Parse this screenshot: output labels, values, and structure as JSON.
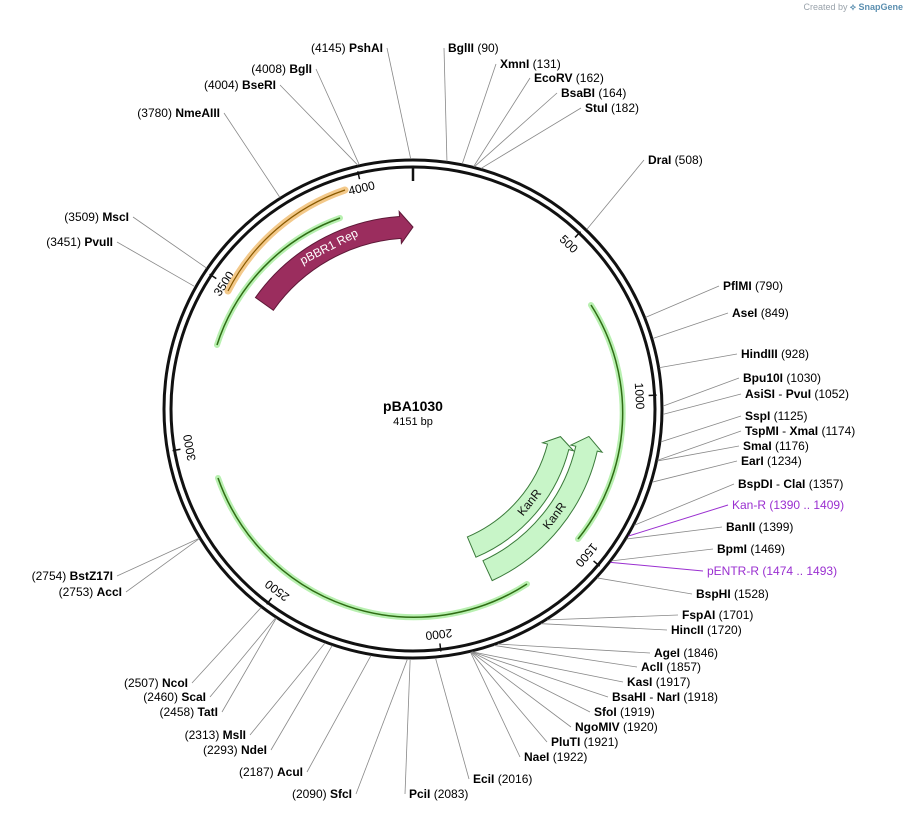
{
  "brand": {
    "created_by": "Created by",
    "name": "SnapGene"
  },
  "plasmid": {
    "name": "pBA1030",
    "length": 4151,
    "size_label": "4151 bp"
  },
  "ticks": [
    "500",
    "1000",
    "1500",
    "2000",
    "2500",
    "3000",
    "3500",
    "4000"
  ],
  "features": [
    {
      "name": "pBBR1 Rep",
      "start": 3520,
      "end": 4151,
      "direction": "forward",
      "color": "#9b2d5e",
      "kind": "cds"
    },
    {
      "name": "KanR",
      "start": 1160,
      "end": 1810,
      "direction": "reverse",
      "color": "#c8f5c8",
      "kind": "cds"
    },
    {
      "name": "KanR",
      "start": 1140,
      "end": 1790,
      "direction": "reverse",
      "color": "#c8f5c8",
      "kind": "cds"
    }
  ],
  "enzymes": [
    {
      "name": "PshAI",
      "pos": "4145"
    },
    {
      "name": "BglII",
      "pos": "90"
    },
    {
      "name": "XmnI",
      "pos": "131"
    },
    {
      "name": "EcoRV",
      "pos": "162"
    },
    {
      "name": "BsaBI",
      "pos": "164"
    },
    {
      "name": "StuI",
      "pos": "182"
    },
    {
      "name": "DraI",
      "pos": "508"
    },
    {
      "name": "PflMI",
      "pos": "790"
    },
    {
      "name": "AseI",
      "pos": "849"
    },
    {
      "name": "HindIII",
      "pos": "928"
    },
    {
      "name": "Bpu10I",
      "pos": "1030"
    },
    {
      "name": "AsiSI",
      "name2": "PvuI",
      "pos": "1052"
    },
    {
      "name": "SspI",
      "pos": "1125"
    },
    {
      "name": "TspMI",
      "name2": "XmaI",
      "pos": "1174"
    },
    {
      "name": "SmaI",
      "pos": "1176"
    },
    {
      "name": "EarI",
      "pos": "1234"
    },
    {
      "name": "BspDI",
      "name2": "ClaI",
      "pos": "1357"
    },
    {
      "name": "Kan-R",
      "pos": "1390 .. 1409",
      "primer": true
    },
    {
      "name": "BanII",
      "pos": "1399"
    },
    {
      "name": "BpmI",
      "pos": "1469"
    },
    {
      "name": "pENTR-R",
      "pos": "1474 .. 1493",
      "primer": true
    },
    {
      "name": "BspHI",
      "pos": "1528"
    },
    {
      "name": "FspAI",
      "pos": "1701"
    },
    {
      "name": "HincII",
      "pos": "1720"
    },
    {
      "name": "AgeI",
      "pos": "1846"
    },
    {
      "name": "AclI",
      "pos": "1857"
    },
    {
      "name": "KasI",
      "pos": "1917"
    },
    {
      "name": "BsaHI",
      "name2": "NarI",
      "pos": "1918"
    },
    {
      "name": "SfoI",
      "pos": "1919"
    },
    {
      "name": "NgoMIV",
      "pos": "1920"
    },
    {
      "name": "PluTI",
      "pos": "1921"
    },
    {
      "name": "NaeI",
      "pos": "1922"
    },
    {
      "name": "EciI",
      "pos": "2016"
    },
    {
      "name": "PciI",
      "pos": "2083"
    },
    {
      "name": "SfcI",
      "pos": "2090"
    },
    {
      "name": "AcuI",
      "pos": "2187"
    },
    {
      "name": "NdeI",
      "pos": "2293"
    },
    {
      "name": "MslI",
      "pos": "2313"
    },
    {
      "name": "TatI",
      "pos": "2458"
    },
    {
      "name": "ScaI",
      "pos": "2460"
    },
    {
      "name": "NcoI",
      "pos": "2507"
    },
    {
      "name": "AccI",
      "pos": "2753"
    },
    {
      "name": "BstZ17I",
      "pos": "2754"
    },
    {
      "name": "PvuII",
      "pos": "3451"
    },
    {
      "name": "MscI",
      "pos": "3509"
    },
    {
      "name": "NmeAIII",
      "pos": "3780"
    },
    {
      "name": "BseRI",
      "pos": "4004"
    },
    {
      "name": "BglI",
      "pos": "4008"
    }
  ]
}
